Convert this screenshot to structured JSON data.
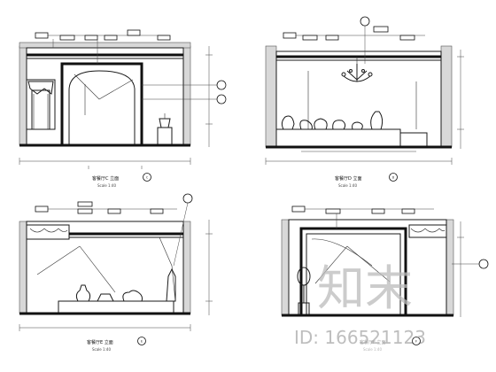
{
  "views": [
    {
      "id": "C",
      "title": "客餐厅C 立面",
      "scale": "Scale 1:40",
      "marker": "C"
    },
    {
      "id": "D",
      "title": "客餐厅D 立面",
      "scale": "Scale 1:40",
      "marker": "D"
    },
    {
      "id": "E",
      "title": "客餐厅E 立面",
      "scale": "Scale 1:40",
      "marker": "E"
    },
    {
      "id": "F",
      "title": "客餐厅F 立面",
      "scale": "Scale 1:40",
      "marker": "F"
    }
  ],
  "watermark": {
    "brand": "知末",
    "id_text": "ID: 166521123"
  }
}
